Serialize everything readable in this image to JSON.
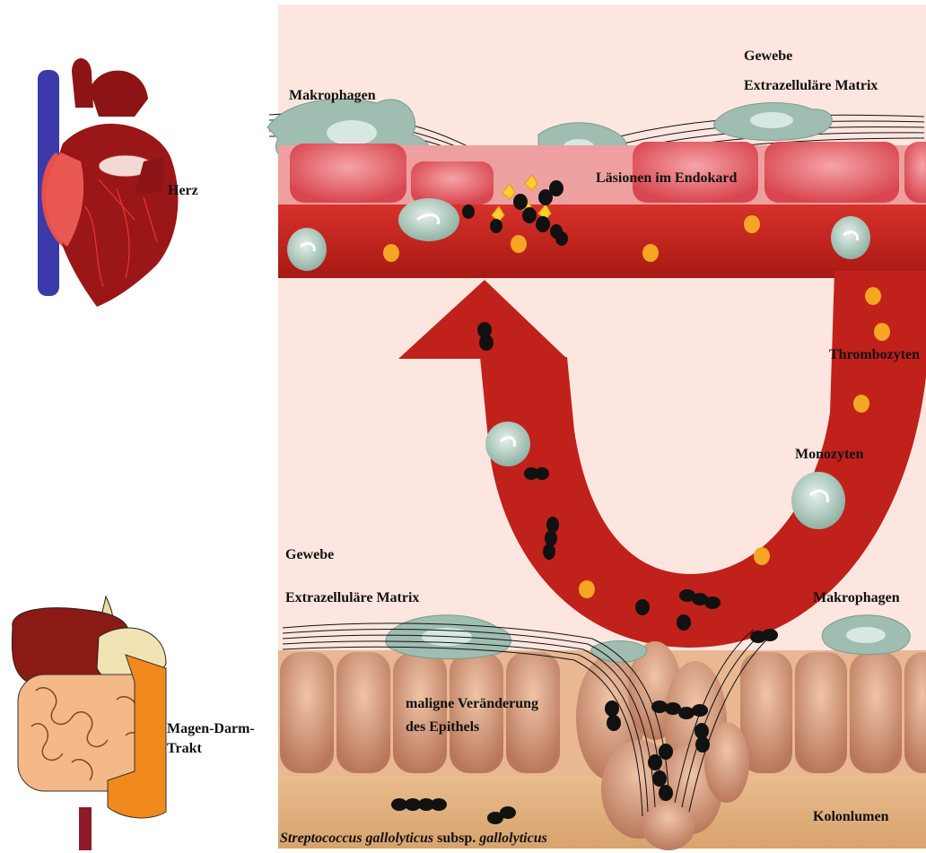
{
  "organs": {
    "heart": "Herz",
    "gi_line1": "Magen-Darm-",
    "gi_line2": "Trakt"
  },
  "upper": {
    "tissue": "Gewebe",
    "ecm": "Extrazelluläre Matrix",
    "macrophages": "Makrophagen",
    "lesions": "Läsionen im Endokard"
  },
  "flow": {
    "platelets": "Thrombozyten",
    "monocytes": "Monozyten"
  },
  "lower": {
    "tissue": "Gewebe",
    "ecm": "Extrazelluläre Matrix",
    "macrophages": "Makrophagen",
    "epithelium_line1": "maligne Veränderung",
    "epithelium_line2": "des Epithels",
    "lumen": "Kolonlumen"
  },
  "organism": {
    "genus_species": "Streptococcus gallolyticus",
    "subsp": "subsp.",
    "subspecies": "gallolyticus"
  },
  "colors": {
    "background_panel": "#fde6df",
    "vessel_red": "#c0211a",
    "endothelium_pink": "#e8757a",
    "epithelium_tan": "#d59b80",
    "lumen_tan": "#e2b383",
    "macrophage_grey": "#9fbdb0",
    "platelet_orange": "#f5a623",
    "bacteria_black": "#111111"
  }
}
